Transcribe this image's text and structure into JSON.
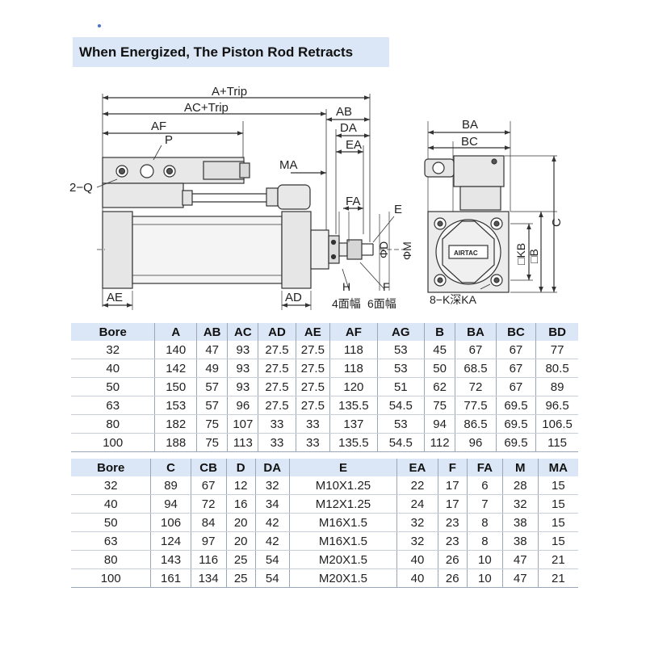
{
  "title": "When Energized, The Piston Rod Retracts",
  "drawing": {
    "labels": {
      "a_trip": "A+Trip",
      "ac_trip": "AC+Trip",
      "ab": "AB",
      "af": "AF",
      "da": "DA",
      "ea": "EA",
      "p": "P",
      "two_q": "2−Q",
      "ma": "MA",
      "fa": "FA",
      "e": "E",
      "phi_d": "ΦD",
      "phi_m": "ΦM",
      "ae": "AE",
      "ad": "AD",
      "h": "H",
      "f": "F",
      "wrench4": "4面幅",
      "wrench6": "6面幅",
      "ba": "BA",
      "bc": "BC",
      "c": "C",
      "kb": "□KB",
      "b": "□B",
      "brand": "AIRTAC",
      "hole": "8−K深KA"
    }
  },
  "table1": {
    "headers": [
      "Bore",
      "A",
      "AB",
      "AC",
      "AD",
      "AE",
      "AF",
      "AG",
      "B",
      "BA",
      "BC",
      "BD"
    ],
    "rows": [
      [
        "32",
        "140",
        "47",
        "93",
        "27.5",
        "27.5",
        "118",
        "53",
        "45",
        "67",
        "67",
        "77"
      ],
      [
        "40",
        "142",
        "49",
        "93",
        "27.5",
        "27.5",
        "118",
        "53",
        "50",
        "68.5",
        "67",
        "80.5"
      ],
      [
        "50",
        "150",
        "57",
        "93",
        "27.5",
        "27.5",
        "120",
        "51",
        "62",
        "72",
        "67",
        "89"
      ],
      [
        "63",
        "153",
        "57",
        "96",
        "27.5",
        "27.5",
        "135.5",
        "54.5",
        "75",
        "77.5",
        "69.5",
        "96.5"
      ],
      [
        "80",
        "182",
        "75",
        "107",
        "33",
        "33",
        "137",
        "53",
        "94",
        "86.5",
        "69.5",
        "106.5"
      ],
      [
        "100",
        "188",
        "75",
        "113",
        "33",
        "33",
        "135.5",
        "54.5",
        "112",
        "96",
        "69.5",
        "115"
      ]
    ]
  },
  "table2": {
    "headers": [
      "Bore",
      "C",
      "CB",
      "D",
      "DA",
      "E",
      "EA",
      "F",
      "FA",
      "M",
      "MA"
    ],
    "rows": [
      [
        "32",
        "89",
        "67",
        "12",
        "32",
        "M10X1.25",
        "22",
        "17",
        "6",
        "28",
        "15"
      ],
      [
        "40",
        "94",
        "72",
        "16",
        "34",
        "M12X1.25",
        "24",
        "17",
        "7",
        "32",
        "15"
      ],
      [
        "50",
        "106",
        "84",
        "20",
        "42",
        "M16X1.5",
        "32",
        "23",
        "8",
        "38",
        "15"
      ],
      [
        "63",
        "124",
        "97",
        "20",
        "42",
        "M16X1.5",
        "32",
        "23",
        "8",
        "38",
        "15"
      ],
      [
        "80",
        "143",
        "116",
        "25",
        "54",
        "M20X1.5",
        "40",
        "26",
        "10",
        "47",
        "21"
      ],
      [
        "100",
        "161",
        "134",
        "25",
        "54",
        "M20X1.5",
        "40",
        "26",
        "10",
        "47",
        "21"
      ]
    ]
  }
}
